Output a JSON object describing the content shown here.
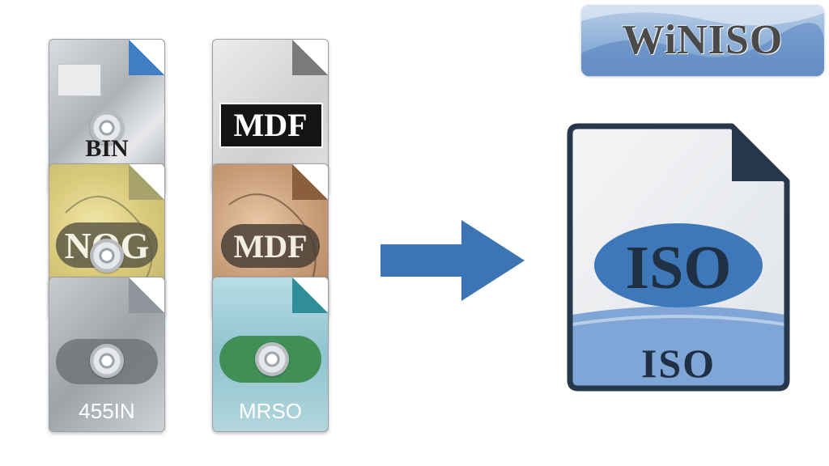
{
  "logo": {
    "text": "WiNISO"
  },
  "source_files": {
    "left_column": [
      {
        "label": "BIN"
      },
      {
        "label": "NOG"
      },
      {
        "label": "455IN"
      }
    ],
    "right_column": [
      {
        "label": "MDF"
      },
      {
        "label": "MDF"
      },
      {
        "label": "MRSO"
      }
    ]
  },
  "target_file": {
    "badge_label": "ISO",
    "footer_label": "ISO"
  },
  "colors": {
    "arrow": "#3d75b4",
    "iso_badge": "#3f78b8",
    "iso_dark": "#1f2f44",
    "iso_band": "#7fa6d6"
  }
}
